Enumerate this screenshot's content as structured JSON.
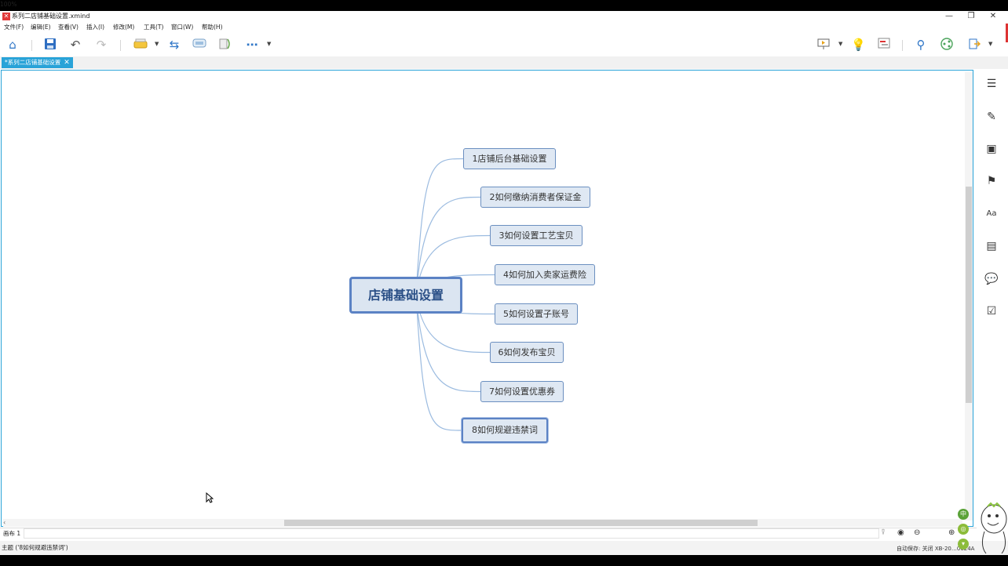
{
  "window": {
    "title": "系列二店铺基础设置.xmind",
    "controls": [
      "—",
      "❐",
      "✕"
    ]
  },
  "menu": [
    "文件(F)",
    "编辑(E)",
    "查看(V)",
    "插入(I)",
    "修改(M)",
    "工具(T)",
    "窗口(W)",
    "帮助(H)"
  ],
  "tab": {
    "label": "*系列二店铺基础设置",
    "close": "✕"
  },
  "mindmap": {
    "central": "店铺基础设置",
    "topics": [
      "1店铺后台基础设置",
      "2如何缴纳消费者保证金",
      "3如何设置工艺宝贝",
      "4如何加入卖家运费险",
      "5如何设置子账号",
      "6如何发布宝贝",
      "7如何设置优惠券",
      "8如何规避违禁词"
    ],
    "selected_index": 7
  },
  "sheetbar": {
    "sheet": "画布 1",
    "zoom": "100%"
  },
  "status": {
    "left": "主题 ('8如何规避违禁词')",
    "autosave": "自动保存: 关闭",
    "version": "XB-20…0624A"
  },
  "colors": {
    "accent": "#29a3d8",
    "topic_fill": "#dfe8f3",
    "topic_border": "#6b8fc0",
    "line": "#9bbbe0",
    "central_text": "#2a4f86"
  },
  "icons": {
    "home": "home-icon",
    "save": "save-icon",
    "undo": "undo-icon",
    "redo": "redo-icon"
  }
}
